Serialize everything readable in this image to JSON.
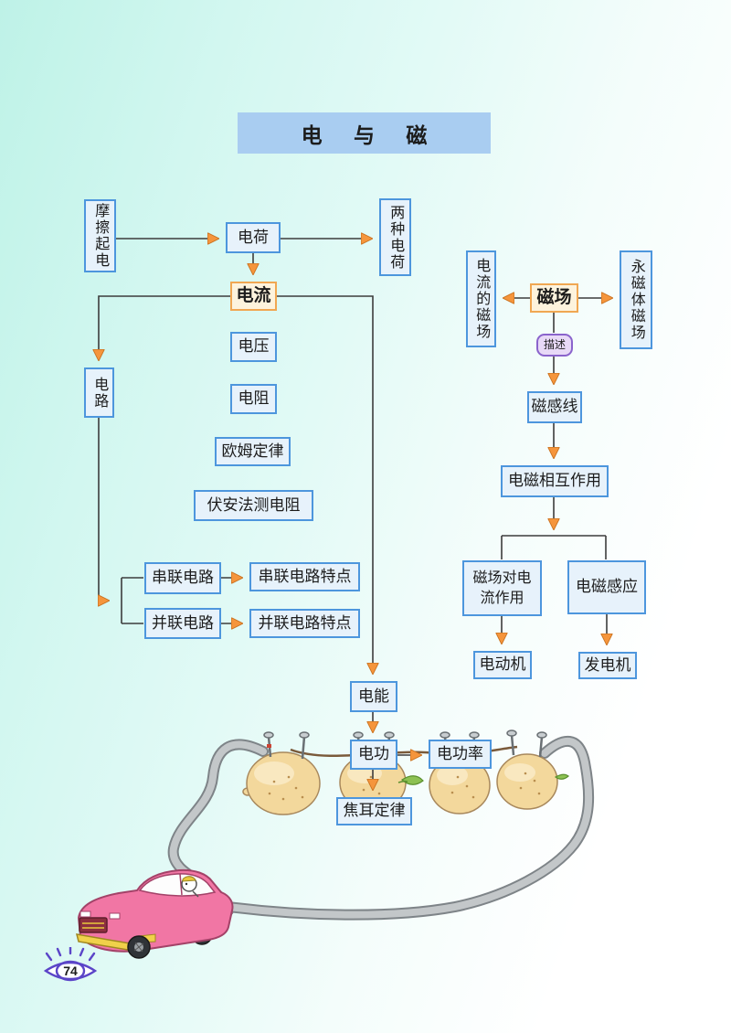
{
  "page": {
    "title": "电 与 磁",
    "page_number": "74"
  },
  "nodes": {
    "friction": "摩擦起电",
    "charge": "电荷",
    "two_charges": "两种电荷",
    "current": "电流",
    "circuit": "电路",
    "voltage": "电压",
    "resistance": "电阻",
    "ohms_law": "欧姆定律",
    "volt_ampere_method": "伏安法测电阻",
    "series_circuit": "串联电路",
    "series_features": "串联电路特点",
    "parallel_circuit": "并联电路",
    "parallel_features": "并联电路特点",
    "current_magnetic_field": "电流的磁场",
    "magnetic_field": "磁场",
    "permanent_magnet_field": "永磁体磁场",
    "describe": "描述",
    "field_lines": "磁感线",
    "em_interaction": "电磁相互作用",
    "field_on_current": "磁场对电流作用",
    "em_induction": "电磁感应",
    "motor": "电动机",
    "generator": "发电机",
    "electric_energy": "电能",
    "electric_work": "电功",
    "electric_power": "电功率",
    "joules_law": "焦耳定律"
  },
  "colors": {
    "background_teal": "#c8f4ea",
    "banner_blue": "#a9cdf1",
    "node_fill_blue": "#e7f2fb",
    "node_border_blue": "#4d96dd",
    "key_fill_cream": "#fdf3dd",
    "key_border_orange": "#f0a752",
    "tag_fill_purple": "#e8d9f7",
    "tag_border_purple": "#8a63cc",
    "arrowhead_orange": "#f5953c",
    "line_dark": "#3c3c3c",
    "lemon_yellow": "#f3d89c",
    "cable_gray": "#c3c7c9",
    "car_pink": "#f176a4",
    "eye_purple": "#5b45c8"
  }
}
